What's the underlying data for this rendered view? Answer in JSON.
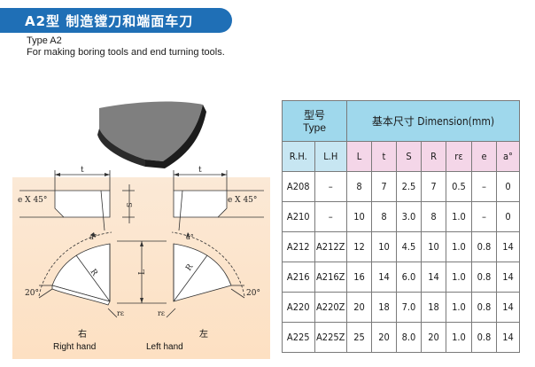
{
  "header": {
    "title": "A2型  制造镗刀和端面车刀",
    "subtitle_type": "Type A2",
    "subtitle_desc": "For making boring tools and end turning tools."
  },
  "drawing": {
    "dim_t_left": "t",
    "dim_t_right": "t",
    "chamfer_left": "e  X 45°",
    "chamfer_right": "e  X 45°",
    "dim_s": "S",
    "dim_a_left": "a°",
    "dim_a_right": "a°",
    "dim_r_left": "R",
    "dim_r_right": "R",
    "dim_l": "L",
    "angle_left": "20°",
    "angle_right": "20°",
    "re_left": "rε",
    "re_right": "rε",
    "right_cn": "右",
    "right_en": "Right hand",
    "left_cn": "左",
    "left_en": "Left hand"
  },
  "table": {
    "type_header_cn": "型号",
    "type_header_en": "Type",
    "dimension_header": "基本尺寸  Dimension(mm)",
    "columns": [
      "R.H.",
      "L.H",
      "L",
      "t",
      "S",
      "R",
      "rε",
      "e",
      "a°"
    ],
    "rows": [
      [
        "A208",
        "–",
        "8",
        "7",
        "2.5",
        "7",
        "0.5",
        "–",
        "0"
      ],
      [
        "A210",
        "–",
        "10",
        "8",
        "3.0",
        "8",
        "1.0",
        "–",
        "0"
      ],
      [
        "A212",
        "A212Z",
        "12",
        "10",
        "4.5",
        "10",
        "1.0",
        "0.8",
        "14"
      ],
      [
        "A216",
        "A216Z",
        "16",
        "14",
        "6.0",
        "14",
        "1.0",
        "0.8",
        "14"
      ],
      [
        "A220",
        "A220Z",
        "20",
        "18",
        "7.0",
        "18",
        "1.0",
        "0.8",
        "14"
      ],
      [
        "A225",
        "A225Z",
        "25",
        "20",
        "8.0",
        "20",
        "1.0",
        "0.8",
        "14"
      ]
    ]
  },
  "colors": {
    "header_blue": "#1f6fb6",
    "table_header": "#9fd8ec",
    "pink_cell": "#f4d6e8"
  }
}
